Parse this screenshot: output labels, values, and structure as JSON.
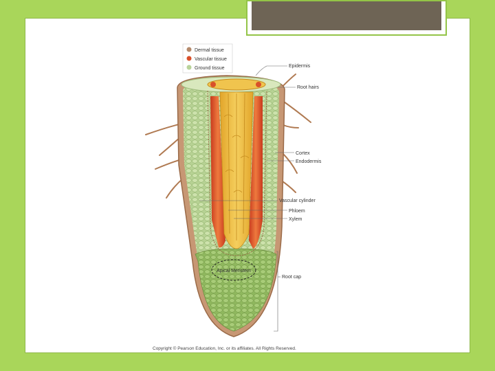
{
  "slide": {
    "background_color": "#a9d65a",
    "title_box_color": "#6e6455"
  },
  "legend": {
    "dermal": {
      "label": "Dermal tissue",
      "color": "#b48a6c"
    },
    "vascular": {
      "label": "Vascular tissue",
      "color": "#d9502a"
    },
    "ground": {
      "label": "Ground tissue",
      "color": "#b9d39a"
    }
  },
  "labels": {
    "epidermis": "Epidermis",
    "root_hairs": "Root hairs",
    "cortex": "Cortex",
    "endodermis": "Endodermis",
    "vascular_cylinder": "Vascular cylinder",
    "phloem": "Phloem",
    "xylem": "Xylem",
    "apical_meristem": "Apical Meristem",
    "root_cap": "Root cap"
  },
  "copyright": "Copyright © Pearson Education, Inc. or its affiliates. All Rights Reserved."
}
